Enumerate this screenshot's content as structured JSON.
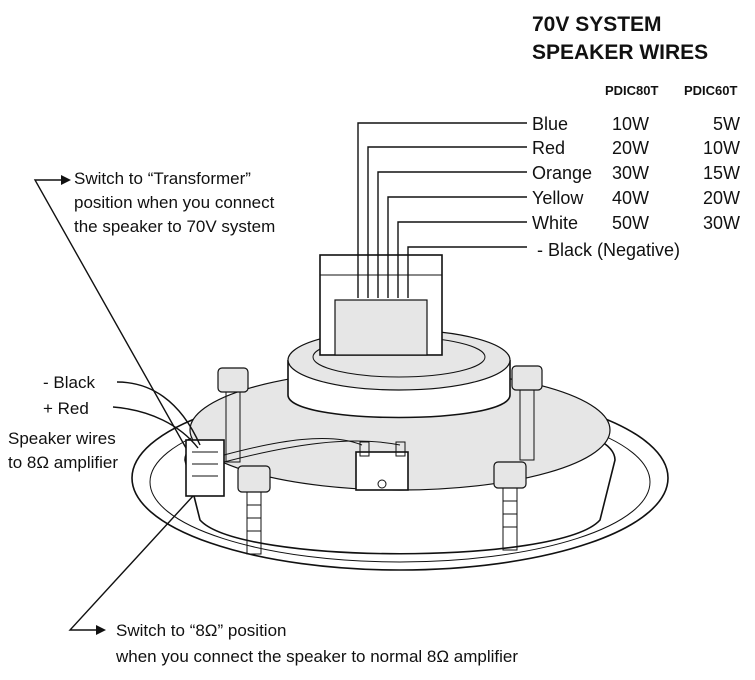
{
  "title": {
    "line1": "70V SYSTEM",
    "line2": "SPEAKER WIRES"
  },
  "table": {
    "headers": [
      "PDIC80T",
      "PDIC60T"
    ],
    "rows": [
      {
        "color": "Blue",
        "pdic80t": "10W",
        "pdic60t": "5W"
      },
      {
        "color": "Red",
        "pdic80t": "20W",
        "pdic60t": "10W"
      },
      {
        "color": "Orange",
        "pdic80t": "30W",
        "pdic60t": "15W"
      },
      {
        "color": "Yellow",
        "pdic80t": "40W",
        "pdic60t": "20W"
      },
      {
        "color": "White",
        "pdic80t": "50W",
        "pdic60t": "30W"
      }
    ],
    "negative": "- Black (Negative)"
  },
  "transformer_note": {
    "line1": "Switch to “Transformer”",
    "line2": "position when you connect",
    "line3": "the speaker to 70V system"
  },
  "speaker_wires": {
    "black": "- Black",
    "red": "+ Red",
    "label1": "Speaker wires",
    "label2": "to 8Ω amplifier"
  },
  "ohm_note": {
    "line1": "Switch to “8Ω” position",
    "line2": "when you connect the speaker to normal 8Ω amplifier"
  }
}
